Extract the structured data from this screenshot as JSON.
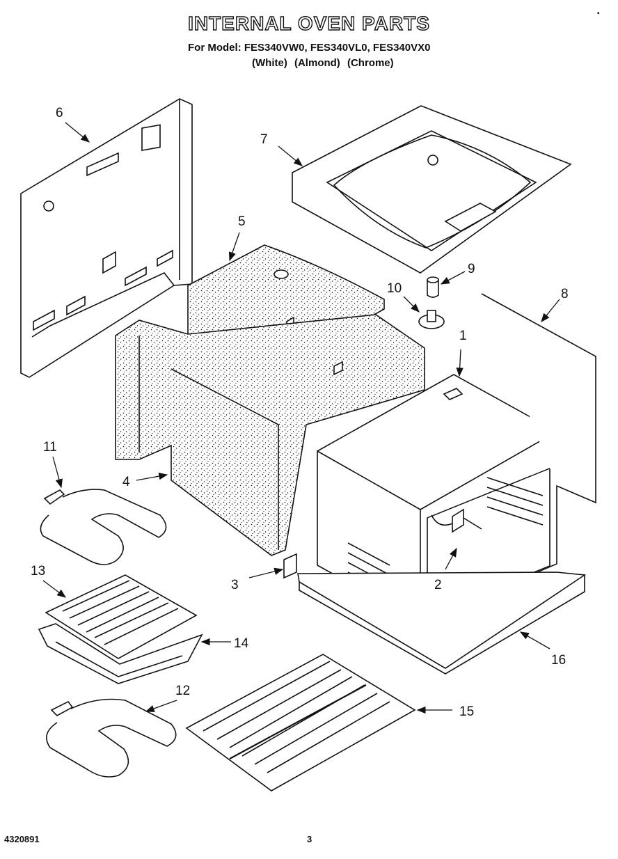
{
  "header": {
    "title": "INTERNAL OVEN PARTS",
    "models": "For Model: FES340VW0, FES340VL0, FES340VX0",
    "finishes": "(White)  (Almond)  (Chrome)",
    "corner_mark": "▪"
  },
  "footer": {
    "code": "4320891",
    "page": "3"
  },
  "callouts": [
    {
      "id": "1",
      "label": "1"
    },
    {
      "id": "2",
      "label": "2"
    },
    {
      "id": "3",
      "label": "3"
    },
    {
      "id": "4",
      "label": "4"
    },
    {
      "id": "5",
      "label": "5"
    },
    {
      "id": "6",
      "label": "6"
    },
    {
      "id": "7",
      "label": "7"
    },
    {
      "id": "8",
      "label": "8"
    },
    {
      "id": "9",
      "label": "9"
    },
    {
      "id": "10",
      "label": "10"
    },
    {
      "id": "11",
      "label": "11"
    },
    {
      "id": "12",
      "label": "12"
    },
    {
      "id": "13",
      "label": "13"
    },
    {
      "id": "14",
      "label": "14"
    },
    {
      "id": "15",
      "label": "15"
    },
    {
      "id": "16",
      "label": "16"
    }
  ]
}
